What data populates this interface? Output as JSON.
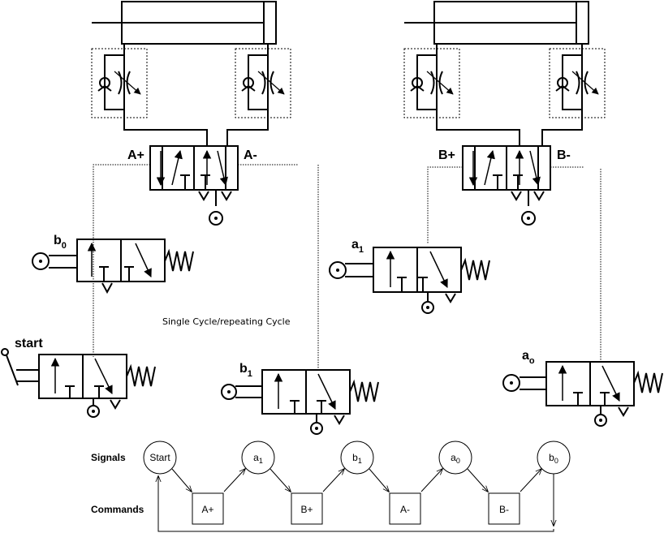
{
  "valves": {
    "main_a": {
      "left": "A+",
      "right": "A-"
    },
    "main_b": {
      "left": "B+",
      "right": "B-"
    },
    "b0": {
      "label": "b",
      "sub": "0"
    },
    "a1": {
      "label": "a",
      "sub": "1"
    },
    "start": {
      "label": "start"
    },
    "b1": {
      "label": "b",
      "sub": "1"
    },
    "a0": {
      "label": "a",
      "sub": "o"
    }
  },
  "note": "Single Cycle/repeating Cycle",
  "sequence": {
    "signals_label": "Signals",
    "commands_label": "Commands",
    "signals": [
      "Start",
      "a1",
      "b1",
      "a0",
      "b0"
    ],
    "signals_display": [
      {
        "main": "Start",
        "sub": ""
      },
      {
        "main": "a",
        "sub": "1"
      },
      {
        "main": "b",
        "sub": "1"
      },
      {
        "main": "a",
        "sub": "0"
      },
      {
        "main": "b",
        "sub": "0"
      }
    ],
    "commands": [
      "A+",
      "B+",
      "A-",
      "B-"
    ]
  }
}
